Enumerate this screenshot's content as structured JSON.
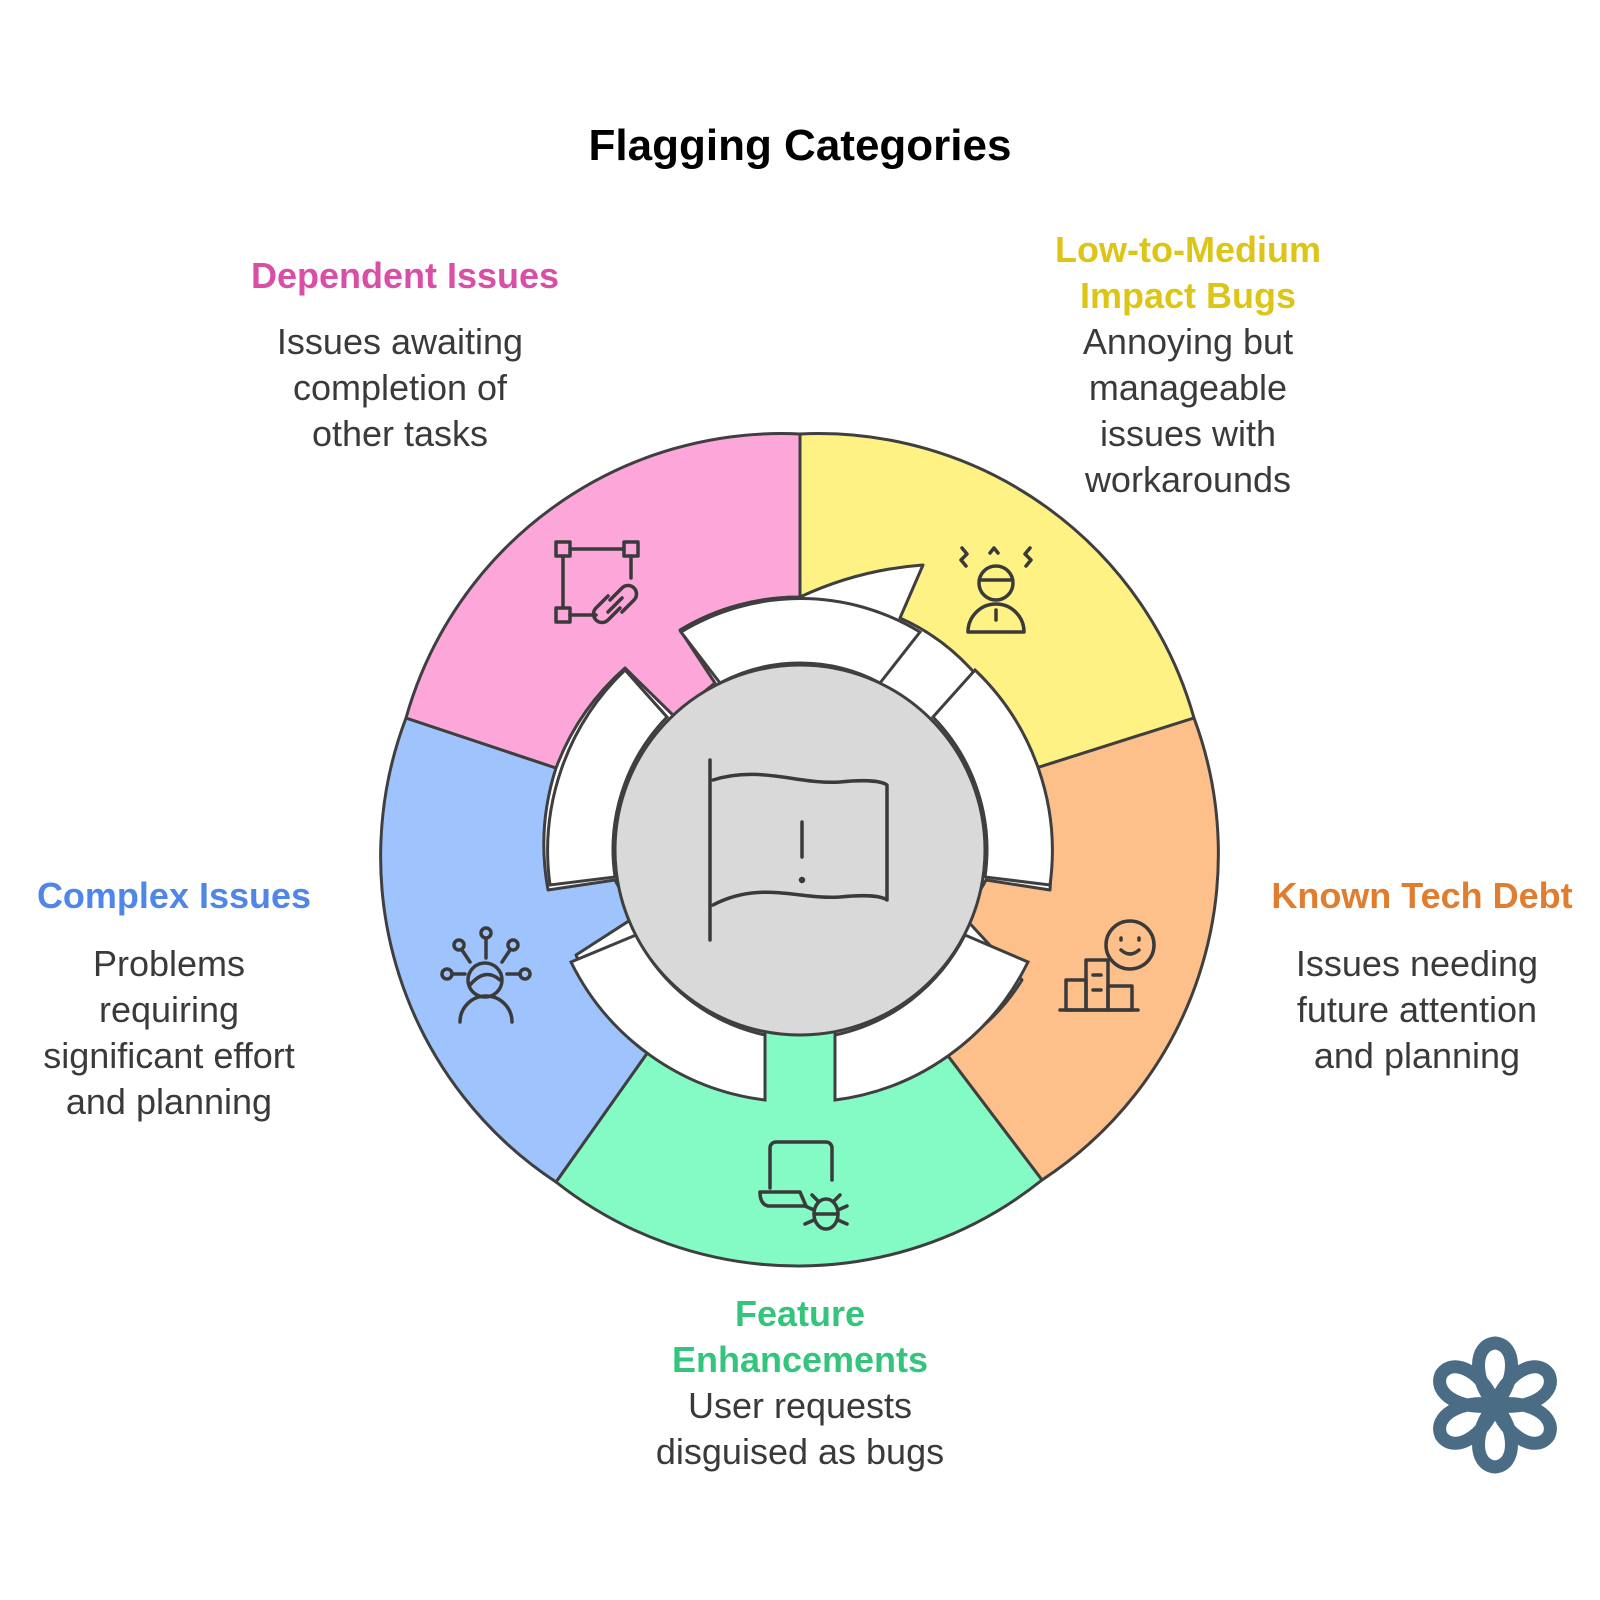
{
  "title": "Flagging Categories",
  "center_icon": "flag-exclamation-icon",
  "brand_icon": "flower-logo-icon",
  "colors": {
    "brand": "#4a6d85",
    "center_fill": "#d9d9d9",
    "outline": "#3f3f3f"
  },
  "categories": [
    {
      "id": "dependent",
      "title_lines": [
        "Dependent Issues"
      ],
      "desc_lines": [
        "Issues awaiting",
        "completion of",
        "other tasks"
      ],
      "color": "#fca6da",
      "title_color": "#d94fa6",
      "icon": "linked-square-icon"
    },
    {
      "id": "low-medium",
      "title_lines": [
        "Low-to-Medium",
        "Impact Bugs"
      ],
      "desc_lines": [
        "Annoying but",
        "manageable",
        "issues with",
        "workarounds"
      ],
      "color": "#fef285",
      "title_color": "#dcc517",
      "icon": "frustrated-person-icon"
    },
    {
      "id": "tech-debt",
      "title_lines": [
        "Known Tech Debt"
      ],
      "desc_lines": [
        "Issues needing",
        "future attention",
        "and planning"
      ],
      "color": "#fec08b",
      "title_color": "#e07d2e",
      "icon": "smiling-buildings-icon"
    },
    {
      "id": "feature",
      "title_lines": [
        "Feature",
        "Enhancements"
      ],
      "desc_lines": [
        "User requests",
        "disguised as bugs"
      ],
      "color": "#84fac4",
      "title_color": "#35c47c",
      "icon": "laptop-bug-icon"
    },
    {
      "id": "complex",
      "title_lines": [
        "Complex Issues"
      ],
      "desc_lines": [
        "Problems",
        "requiring",
        "significant effort",
        "and planning"
      ],
      "color": "#9fc4fd",
      "title_color": "#4f86e8",
      "icon": "thinking-person-icon"
    }
  ]
}
